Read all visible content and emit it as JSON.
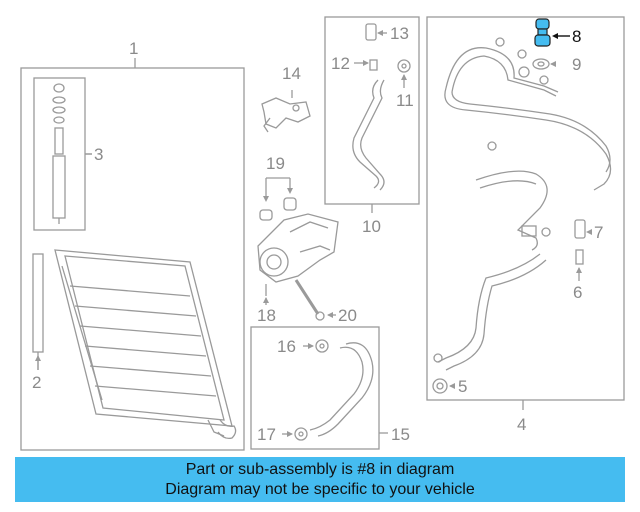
{
  "diagram": {
    "callouts": {
      "c1": "1",
      "c2": "2",
      "c3": "3",
      "c4": "4",
      "c5": "5",
      "c6": "6",
      "c7": "7",
      "c8": "8",
      "c9": "9",
      "c10": "10",
      "c11": "11",
      "c12": "12",
      "c13": "13",
      "c14": "14",
      "c15": "15",
      "c16": "16",
      "c17": "17",
      "c18": "18",
      "c19": "19",
      "c20": "20"
    },
    "highlighted_part": "8",
    "highlight_color": "#45bcf0"
  },
  "caption": {
    "line1": "Part or sub-assembly is #8 in diagram",
    "line2": "Diagram may not be specific to your vehicle",
    "background": "#45bcf0"
  }
}
